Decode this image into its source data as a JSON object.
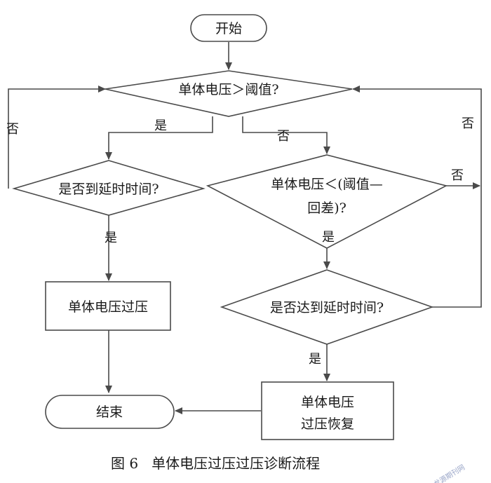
{
  "nodes": {
    "start": "开始",
    "cond1": "单体电压＞阈值?",
    "cond2_line1": "单体电压＜(阈值—",
    "cond2_line2": "回差)?",
    "delay_left": "是否到延时时间?",
    "delay_right": "是否达到延时时间?",
    "overvoltage": "单体电压过压",
    "recover_line1": "单体电压",
    "recover_line2": "过压恢复",
    "end": "结束"
  },
  "edge_labels": {
    "yes": "是",
    "no": "否"
  },
  "caption": "图 6   单体电压过压过压诊断流程",
  "watermark": "龙源期刊网",
  "colors": {
    "line": "#4a4a4a",
    "text": "#1a1a1a"
  }
}
